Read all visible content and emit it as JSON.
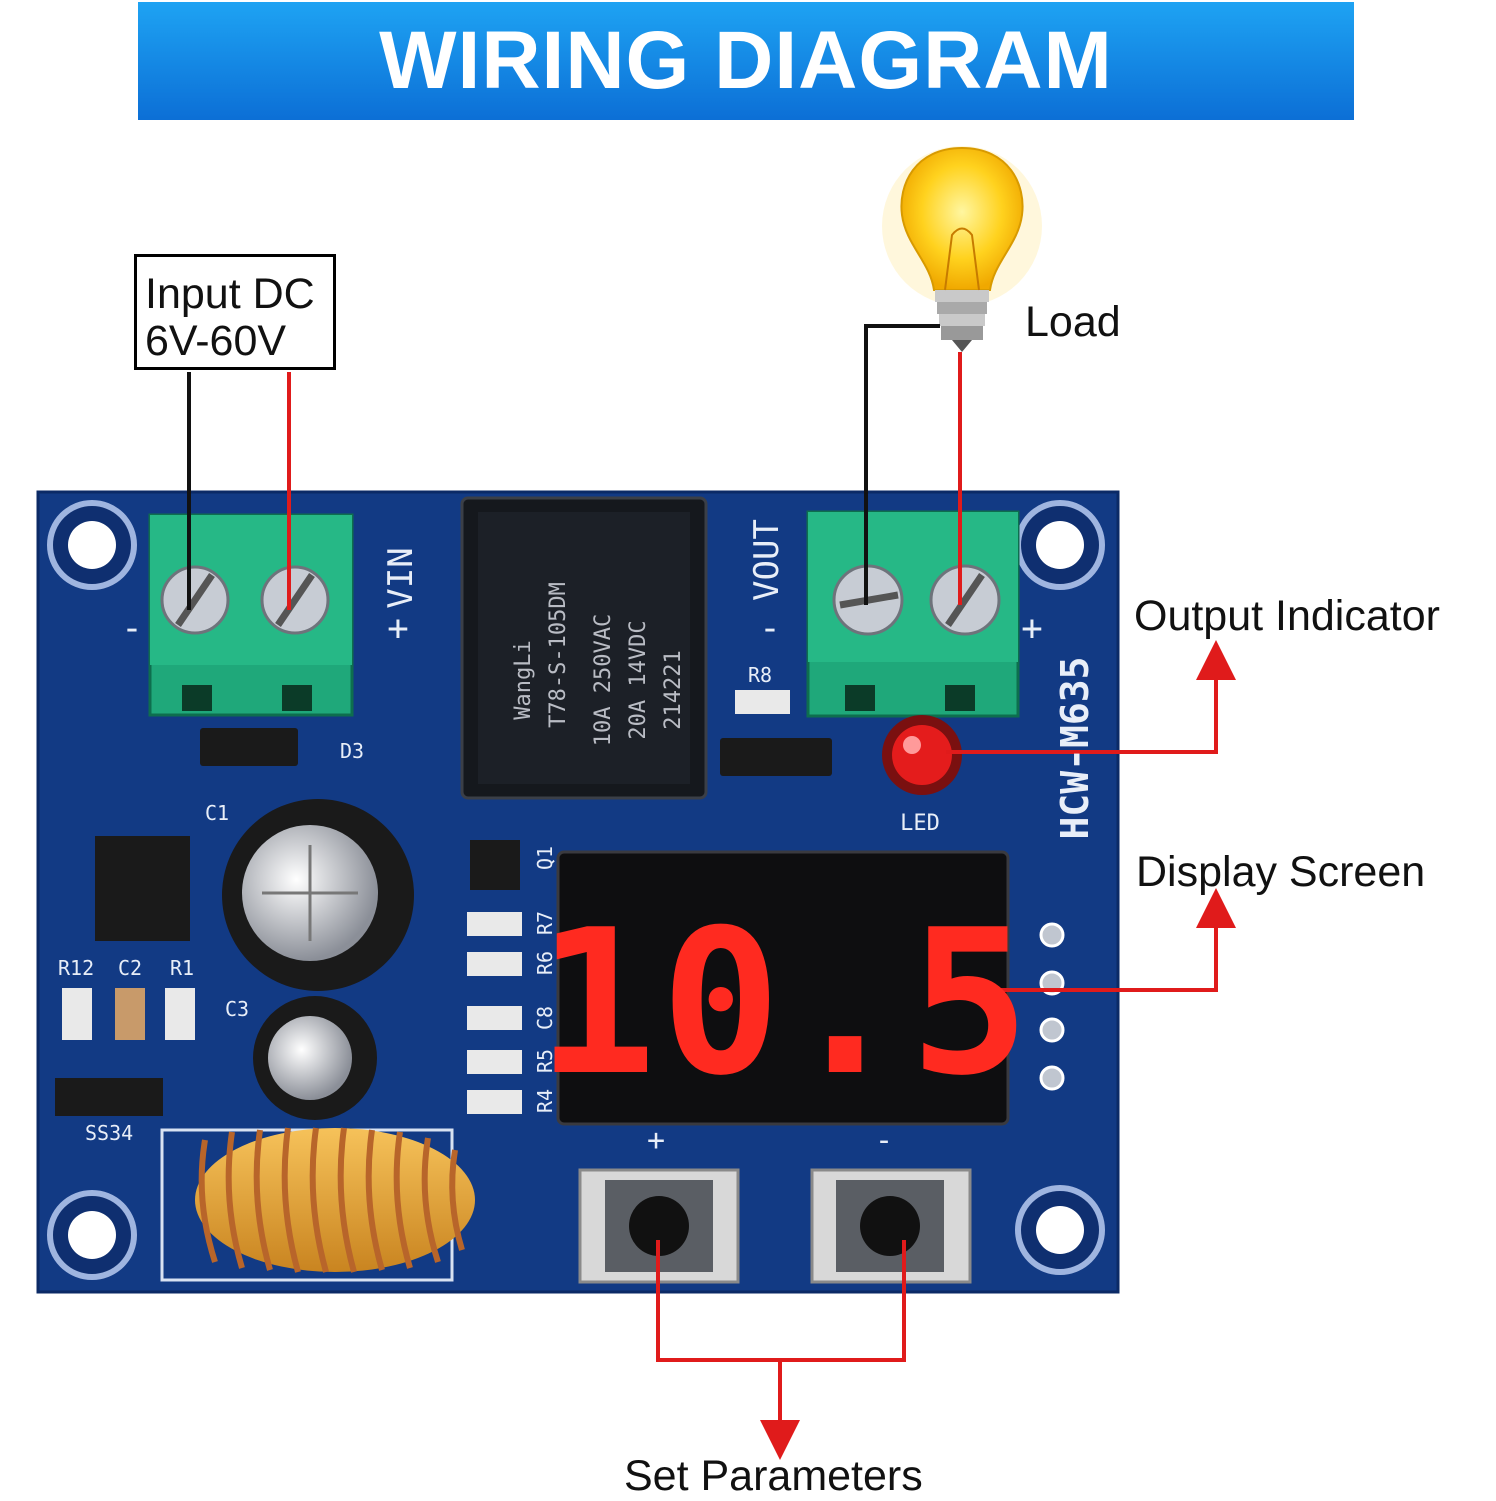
{
  "title": "WIRING DIAGRAM",
  "labels": {
    "input_line1": "Input DC",
    "input_line2": "6V-60V",
    "load": "Load",
    "output_indicator": "Output Indicator",
    "display_screen": "Display Screen",
    "set_parameters": "Set Parameters"
  },
  "board": {
    "model": "HCW-M635",
    "vin": "VIN",
    "vout": "VOUT",
    "plus": "+",
    "minus": "-",
    "led": "LED",
    "display_value": "10.5",
    "relay_lines": [
      "WangLi",
      "T78-S-105DM",
      "10A 250VAC",
      "20A 14VDC",
      "214221"
    ],
    "designators": [
      "D3",
      "C1",
      "C2",
      "C3",
      "R1",
      "R12",
      "R8",
      "Q1",
      "R7",
      "R6",
      "C8",
      "R5",
      "R4",
      "SS34"
    ]
  },
  "colors": {
    "banner": "#0c7fe0",
    "pcb": "#123a84",
    "terminal": "#1fa87a",
    "wire_red": "#e01b1b",
    "segment": "#ff2a20"
  }
}
